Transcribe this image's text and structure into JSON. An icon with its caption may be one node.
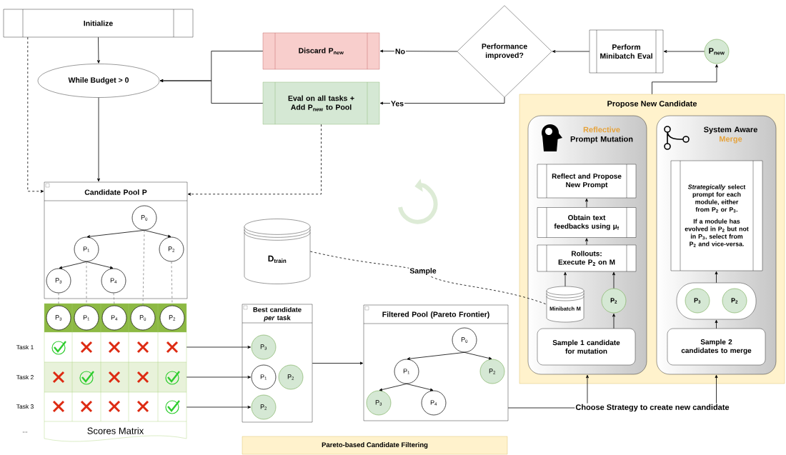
{
  "diagram": {
    "nodes": [
      {
        "text": [
          "Initialize"
        ]
      },
      {
        "text": [
          "While Budget > 0"
        ]
      },
      {
        "text": [
          "Discard P$_{new}$"
        ]
      },
      {
        "text": [
          "Eval on all tasks + Add P$_{new}$ to Pool"
        ]
      },
      {
        "text": [
          "Performance improved?"
        ]
      },
      {
        "text": [
          "Perform Minibatch Eval"
        ]
      },
      {
        "text": [
          "P$_{new}$"
        ]
      },
      {
        "text": [
          "Propose New Candidate"
        ]
      },
      {
        "text": [
          "Reflective",
          "Prompt Mutation"
        ],
        "in": 7
      },
      {
        "text": [
          "System Aware",
          "Merge"
        ],
        "in": 7
      },
      {
        "text": [
          "Reflect and Propose New Prompt"
        ],
        "in": 8
      },
      {
        "text": [
          "Obtain text feedbacks using μ$_{f}$"
        ],
        "in": 8
      },
      {
        "text": [
          "Rollouts: Execute P$_{2}$ on M"
        ],
        "in": 8
      },
      {
        "text": [
          "Minibatch M"
        ],
        "in": 8
      },
      {
        "text": [
          "P$_{2}$"
        ],
        "in": 8
      },
      {
        "text": [
          "Sample 1 candidate for mutation"
        ],
        "in": 8
      },
      {
        "text": [
          "*Strategically* select prompt for each module, either from P$_{2}$ or P$_{3}$.",
          "If a module has evolved in P$_{2}$ but not in P$_{3}$, select from P$_{2}$ and vice-versa."
        ],
        "in": 9
      },
      {
        "text": [],
        "shape": "box",
        "in": 9
      },
      {
        "text": [
          "P$_{3}$"
        ],
        "in": 17
      },
      {
        "text": [
          "P$_{2}$"
        ],
        "in": 17
      },
      {
        "text": [
          "Sample 2 candidates to merge"
        ],
        "in": 9
      },
      {
        "text": [
          "Choose Strategy to create new candidate"
        ]
      },
      {
        "text": [
          "Candidate Pool P"
        ]
      },
      {
        "text": [
          "P$_{0}$"
        ],
        "in": 22
      },
      {
        "text": [
          "P$_{1}$"
        ],
        "in": 22
      },
      {
        "text": [
          "P$_{2}$"
        ],
        "in": 22
      },
      {
        "text": [
          "P$_{3}$"
        ],
        "in": 22
      },
      {
        "text": [
          "P$_{4}$"
        ],
        "in": 22
      },
      {
        "text": [
          "Scores Matrix"
        ]
      },
      {
        "text": [
          "P$_{3}$"
        ],
        "in": 28
      },
      {
        "text": [
          "P$_{1}$"
        ],
        "in": 28
      },
      {
        "text": [
          "P$_{4}$"
        ],
        "in": 28
      },
      {
        "text": [
          "P$_{0}$"
        ],
        "in": 28
      },
      {
        "text": [
          "P$_{2}$"
        ],
        "in": 28
      },
      {
        "text": [
          "Best candidate *per* task"
        ]
      },
      {
        "text": [
          "P$_{3}$"
        ],
        "in": 34
      },
      {
        "text": [
          "P$_{1}$"
        ],
        "in": 34
      },
      {
        "text": [
          "P$_{2}$"
        ],
        "in": 34
      },
      {
        "text": [
          "P$_{2}$"
        ],
        "in": 34
      },
      {
        "text": [
          "Filtered Pool (Pareto Frontier)"
        ]
      },
      {
        "text": [
          "P$_{0}$"
        ],
        "in": 39
      },
      {
        "text": [
          "P$_{1}$"
        ],
        "in": 39
      },
      {
        "text": [
          "P$_{2}$"
        ],
        "in": 39
      },
      {
        "text": [
          "P$_{3}$"
        ],
        "in": 39
      },
      {
        "text": [
          "P$_{4}$"
        ],
        "in": 39
      },
      {
        "text": [
          "D$_{train}$"
        ]
      },
      {
        "text": [
          "Pareto-based Candidate Filtering"
        ]
      }
    ],
    "edges": [
      {
        "from": 0,
        "to": 1,
        "arrow": "to"
      },
      {
        "from": 0,
        "to": 22,
        "arrow": "to",
        "style": "dashed"
      },
      {
        "from": 1,
        "to": 22,
        "arrow": "to"
      },
      {
        "from": 2,
        "to": 1,
        "arrow": "to"
      },
      {
        "from": 3,
        "to": 1,
        "arrow": "to"
      },
      {
        "from": 3,
        "to": 22,
        "arrow": "to",
        "style": "dashed"
      },
      {
        "from": 4,
        "to": 2,
        "arrow": "to",
        "label": "No"
      },
      {
        "from": 4,
        "to": 3,
        "arrow": "to",
        "label": "Yes"
      },
      {
        "from": 5,
        "to": 4,
        "arrow": "to"
      },
      {
        "from": 6,
        "to": 5,
        "arrow": "to"
      },
      {
        "from": 7,
        "to": 6,
        "arrow": "to"
      },
      {
        "from": 11,
        "to": 10,
        "arrow": "to"
      },
      {
        "from": 12,
        "to": 11,
        "arrow": "to"
      },
      {
        "from": 13,
        "to": 12,
        "arrow": "to"
      },
      {
        "from": 14,
        "to": 12,
        "arrow": "to"
      },
      {
        "from": 15,
        "to": 14,
        "arrow": "to"
      },
      {
        "from": 17,
        "to": 16,
        "arrow": "to"
      },
      {
        "from": 20,
        "to": 17,
        "arrow": "to"
      },
      {
        "from": 21,
        "to": 8,
        "arrow": "to"
      },
      {
        "from": 21,
        "to": 9,
        "arrow": "to"
      },
      {
        "from": 39,
        "to": 21,
        "arrow": "none"
      },
      {
        "from": 45,
        "to": 13,
        "arrow": "none",
        "style": "dashed",
        "label": "Sample"
      },
      {
        "from": 28,
        "to": 35,
        "arrow": "to"
      },
      {
        "from": 28,
        "to": 36,
        "arrow": "to"
      },
      {
        "from": 28,
        "to": 38,
        "arrow": "to"
      },
      {
        "from": 34,
        "to": 39,
        "arrow": "to"
      },
      {
        "from": 23,
        "to": 24,
        "arrow": "to"
      },
      {
        "from": 23,
        "to": 25,
        "arrow": "to"
      },
      {
        "from": 24,
        "to": 26,
        "arrow": "to"
      },
      {
        "from": 24,
        "to": 27,
        "arrow": "to"
      },
      {
        "from": 26,
        "to": 29,
        "arrow": "none",
        "style": "dashed",
        "color": "#808080"
      },
      {
        "from": 24,
        "to": 30,
        "arrow": "none",
        "style": "dashed",
        "color": "#808080"
      },
      {
        "from": 27,
        "to": 31,
        "arrow": "none",
        "style": "dashed",
        "color": "#808080"
      },
      {
        "from": 23,
        "to": 32,
        "arrow": "none",
        "style": "dashed",
        "color": "#808080"
      },
      {
        "from": 25,
        "to": 33,
        "arrow": "none",
        "style": "dashed",
        "color": "#808080"
      },
      {
        "from": 40,
        "to": 41,
        "arrow": "to"
      },
      {
        "from": 40,
        "to": 42,
        "arrow": "to"
      },
      {
        "from": 41,
        "to": 43,
        "arrow": "to"
      },
      {
        "from": 41,
        "to": 44,
        "arrow": "to"
      }
    ],
    "labels": [
      "Task 1",
      "Task 2",
      "Task 3",
      "..."
    ]
  }
}
